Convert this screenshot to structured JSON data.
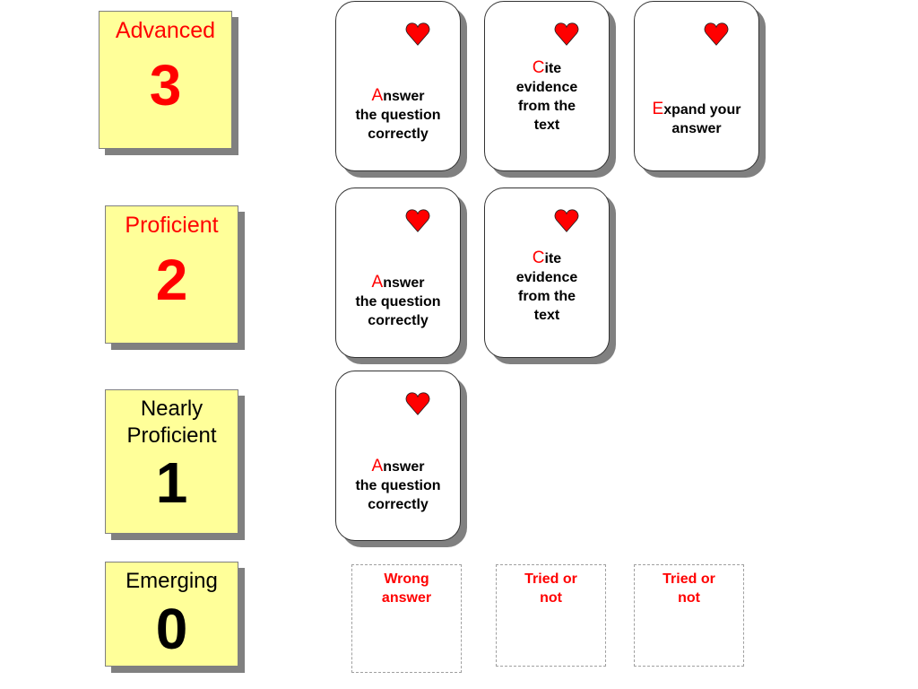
{
  "levels": [
    {
      "id": "3",
      "name": "Advanced",
      "number": "3",
      "color": "#ff0000"
    },
    {
      "id": "2",
      "name": "Proficient",
      "number": "2",
      "color": "#ff0000"
    },
    {
      "id": "1",
      "name_lines": [
        "Nearly",
        "Proficient"
      ],
      "number": "1",
      "color": "#000000"
    },
    {
      "id": "0",
      "name": "Emerging",
      "number": "0",
      "color": "#000000"
    }
  ],
  "criteria": {
    "answer": {
      "cap": "A",
      "lines": [
        "nswer",
        "the question",
        "correctly"
      ]
    },
    "cite": {
      "cap": "C",
      "lines": [
        "ite",
        "evidence",
        "from the",
        "text"
      ]
    },
    "expand": {
      "cap": "E",
      "lines": [
        "xpand your",
        "answer"
      ]
    }
  },
  "slots": [
    {
      "lines": [
        "Wrong",
        "answer"
      ]
    },
    {
      "lines": [
        "Tried or",
        "not"
      ]
    },
    {
      "lines": [
        "Tried or",
        "not"
      ]
    }
  ],
  "icons": {
    "card_icon": "heart-icon",
    "heart_color": "#ff0000"
  }
}
